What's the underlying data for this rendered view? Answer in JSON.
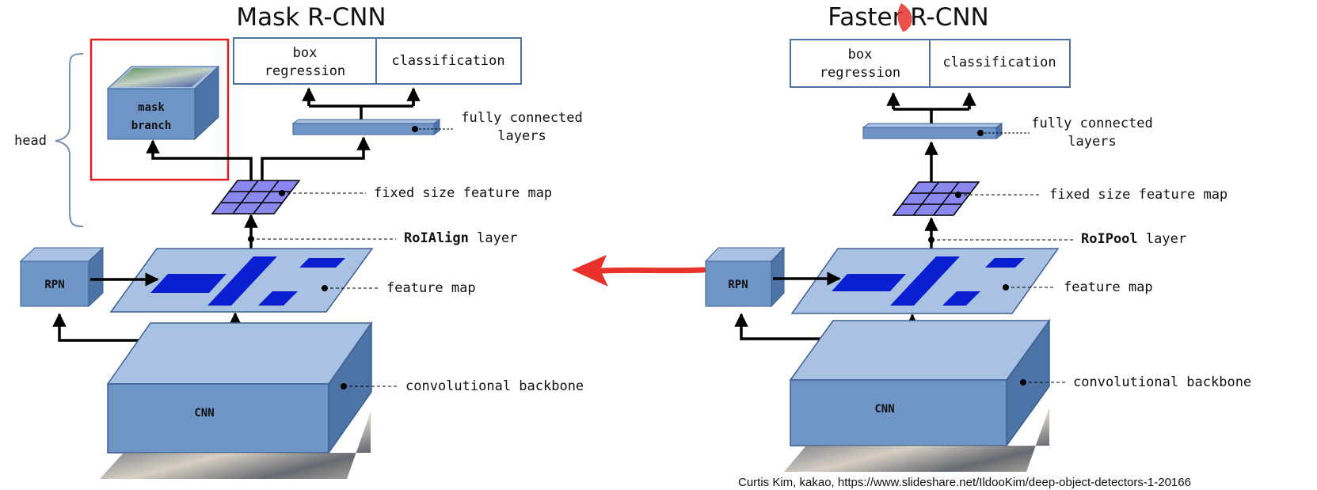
{
  "mask": {
    "title": "Mask R-CNN",
    "head_label": "head",
    "mask_branch_line1": "mask",
    "mask_branch_line2": "branch",
    "box_line1": "box",
    "box_line2": "regression",
    "classification": "classification",
    "fc_line1": "fully connected",
    "fc_line2": "layers",
    "fixed_map": "fixed size feature map",
    "roi_bold": "RoIAlign",
    "roi_rest": " layer",
    "feature_map": "feature map",
    "rpn": "RPN",
    "cnn": "CNN",
    "backbone": "convolutional backbone"
  },
  "faster": {
    "title": "Faster R-CNN",
    "box_line1": "box",
    "box_line2": "regression",
    "classification": "classification",
    "fc_line1": "fully connected",
    "fc_line2": "layers",
    "fixed_map": "fixed size feature map",
    "roi_bold": "RoIPool",
    "roi_rest": " layer",
    "feature_map": "feature map",
    "rpn": "RPN",
    "cnn": "CNN",
    "backbone": "convolutional backbone"
  },
  "credit": "Curtis Kim, kakao, https://www.slideshare.net/IldooKim/deep-object-detectors-1-20166",
  "colors": {
    "box_front": "#6f95c7",
    "box_top": "#a9c2e3",
    "box_side": "#4d74a7",
    "dark_blue": "#0a1fd0",
    "grid": "#8888ee",
    "highlight": "#e02020",
    "arrow_red": "#e8322b"
  }
}
